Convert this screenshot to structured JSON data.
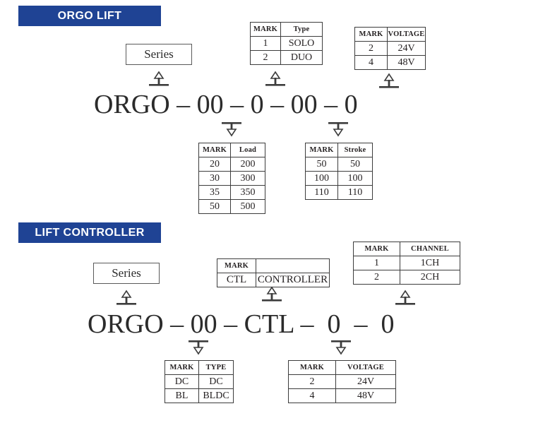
{
  "sections": [
    {
      "banner": "ORGO LIFT",
      "code": "ORGO – 00 – 0 – 00 – 0",
      "series_box": "Series",
      "tables": {
        "type": {
          "headers": [
            "MARK",
            "Type"
          ],
          "rows": [
            [
              "1",
              "SOLO"
            ],
            [
              "2",
              "DUO"
            ]
          ]
        },
        "voltage": {
          "headers": [
            "MARK",
            "VOLTAGE"
          ],
          "rows": [
            [
              "2",
              "24V"
            ],
            [
              "4",
              "48V"
            ]
          ]
        },
        "load": {
          "headers": [
            "MARK",
            "Load"
          ],
          "rows": [
            [
              "20",
              "200"
            ],
            [
              "30",
              "300"
            ],
            [
              "35",
              "350"
            ],
            [
              "50",
              "500"
            ]
          ]
        },
        "stroke": {
          "headers": [
            "MARK",
            "Stroke"
          ],
          "rows": [
            [
              "50",
              "50"
            ],
            [
              "100",
              "100"
            ],
            [
              "110",
              "110"
            ]
          ]
        }
      }
    },
    {
      "banner": "LIFT CONTROLLER",
      "code": "ORGO – 00 – CTL –  0  –  0",
      "series_box": "Series",
      "tables": {
        "controller": {
          "headers": [
            "MARK",
            ""
          ],
          "rows": [
            [
              "CTL",
              "CONTROLLER"
            ]
          ]
        },
        "channel": {
          "headers": [
            "MARK",
            "CHANNEL"
          ],
          "rows": [
            [
              "1",
              "1CH"
            ],
            [
              "2",
              "2CH"
            ]
          ]
        },
        "motor_type": {
          "headers": [
            "MARK",
            "TYPE"
          ],
          "rows": [
            [
              "DC",
              "DC"
            ],
            [
              "BL",
              "BLDC"
            ]
          ]
        },
        "voltage": {
          "headers": [
            "MARK",
            "VOLTAGE"
          ],
          "rows": [
            [
              "2",
              "24V"
            ],
            [
              "4",
              "48V"
            ]
          ]
        }
      }
    }
  ],
  "colors": {
    "banner_blue": "#1f4394",
    "banner_text": "#ffffff",
    "ink": "#231f20",
    "rule": "#3c3c3c"
  }
}
